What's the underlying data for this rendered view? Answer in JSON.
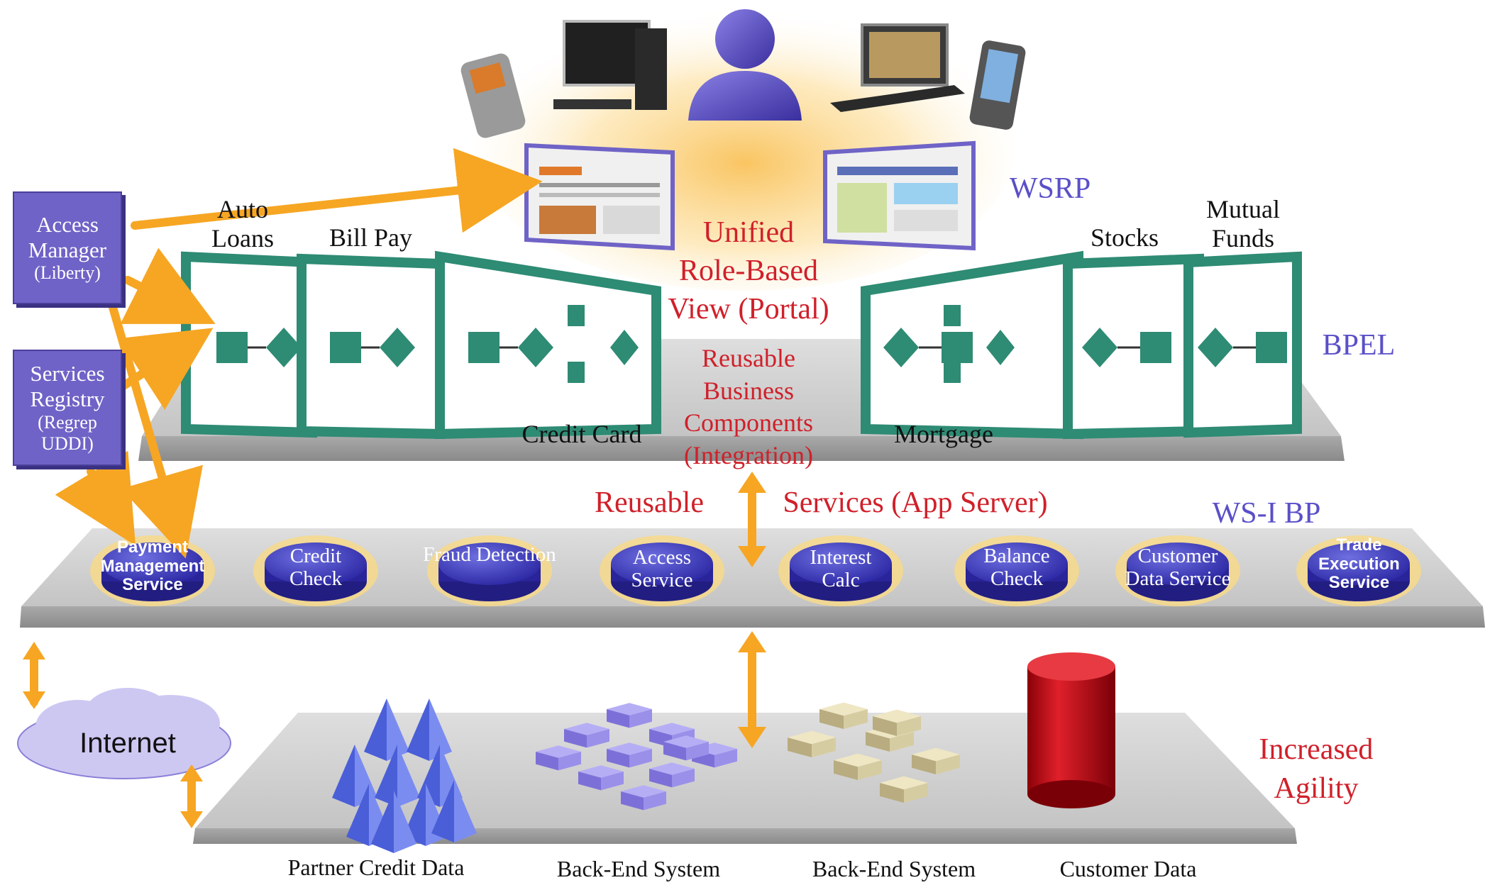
{
  "title_fragment": "",
  "side_boxes": {
    "access_manager": [
      "Access",
      "Manager",
      "(Liberty)"
    ],
    "services_registry": [
      "Services",
      "Registry",
      "(Regrep",
      "UDDI)"
    ]
  },
  "portal_windows": {
    "auto_loans": [
      "Auto",
      "Loans"
    ],
    "bill_pay": "Bill Pay",
    "credit_card": "Credit Card",
    "mortgage": "Mortgage",
    "stocks": "Stocks",
    "mutual_funds": [
      "Mutual",
      "Funds"
    ]
  },
  "center_labels": {
    "unified": [
      "Unified",
      "Role-Based",
      "View (Portal)"
    ],
    "reusable_business": [
      "Reusable",
      "Business",
      "Components",
      "(Integration)"
    ],
    "reusable": "Reusable",
    "services_app_server": "Services (App Server)"
  },
  "standards": {
    "wsrp": "WSRP",
    "bpel": "BPEL",
    "wsi_bp": "WS-I BP"
  },
  "services": [
    [
      "Payment",
      "Management",
      "Service"
    ],
    [
      "Credit",
      "Check"
    ],
    [
      "Fraud Detection"
    ],
    [
      "Access",
      "Service"
    ],
    [
      "Interest",
      "Calc"
    ],
    [
      "Balance",
      "Check"
    ],
    [
      "Customer",
      "Data Service"
    ],
    [
      "Trade",
      "Execution",
      "Service"
    ]
  ],
  "bottom": {
    "internet": "Internet",
    "increased_agility": [
      "Increased",
      "Agility"
    ],
    "systems": [
      "Partner Credit Data",
      "Back-End System",
      "Back-End System",
      "Customer Data"
    ]
  },
  "colors": {
    "accent_purple": "#6f63c7",
    "arrow_orange": "#f6a623",
    "label_red": "#d0202a",
    "label_blue": "#5a4fc8",
    "window_green": "#2e8b74",
    "database_red": "#c0101a",
    "glow_yellow": "#f7d98a"
  }
}
